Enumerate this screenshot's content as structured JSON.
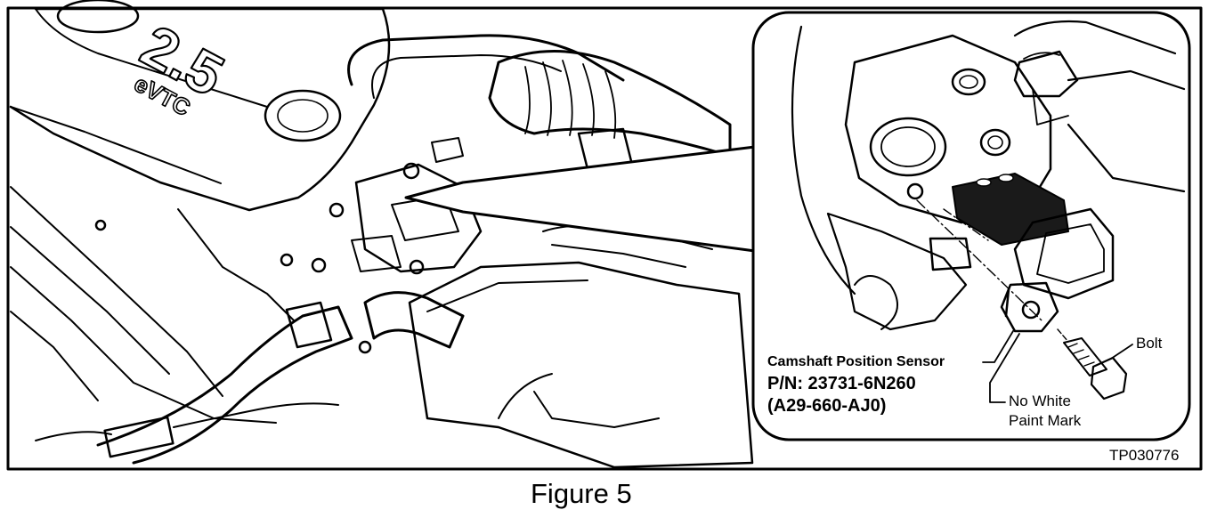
{
  "figure": {
    "caption": "Figure 5",
    "reference_code": "TP030776",
    "engine_cover_badge_main": "2.5",
    "engine_cover_badge_sub": "eVTC"
  },
  "callout": {
    "sensor_label": "Camshaft Position Sensor",
    "part_number": "P/N: 23731-6N260",
    "alt_part_number": "(A29-660-AJ0)",
    "bolt_label": "Bolt",
    "no_white_line1": "No White",
    "no_white_line2": "Paint Mark"
  }
}
